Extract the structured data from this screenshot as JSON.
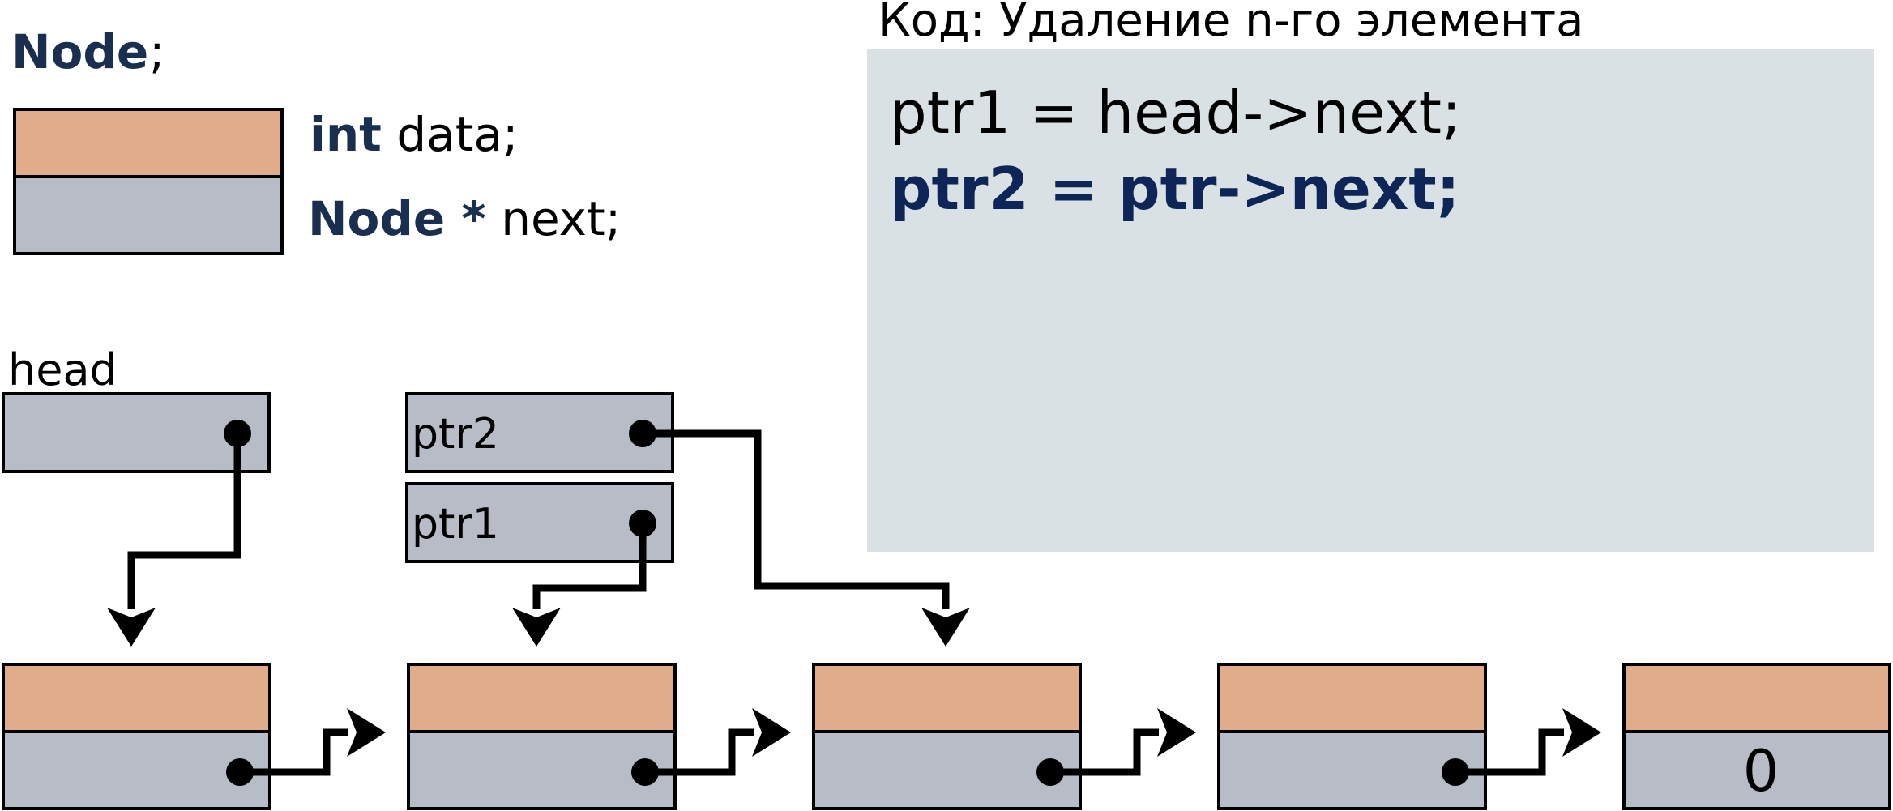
{
  "legend": {
    "type_name": "Node",
    "type_suffix": ";",
    "field_data_kw": "int",
    "field_data_rest": " data;",
    "field_next_kw": "Node *",
    "field_next_rest": " next;"
  },
  "code_panel": {
    "title": "Код: Удаление n-го элемента",
    "line1": "ptr1 = head->next;",
    "line2": "ptr2 = ptr->next;"
  },
  "pointers": {
    "head_label": "head",
    "ptr2_label": "ptr2",
    "ptr1_label": "ptr1"
  },
  "list": {
    "node_count": 5,
    "last_next_value": "0"
  },
  "colors": {
    "data_field": "#e0ac8a",
    "next_field": "#b7bcc7",
    "code_bg": "#dae1e4",
    "keyword": "#1a2e50",
    "code_highlight": "#0e2657",
    "stroke": "#000000"
  }
}
